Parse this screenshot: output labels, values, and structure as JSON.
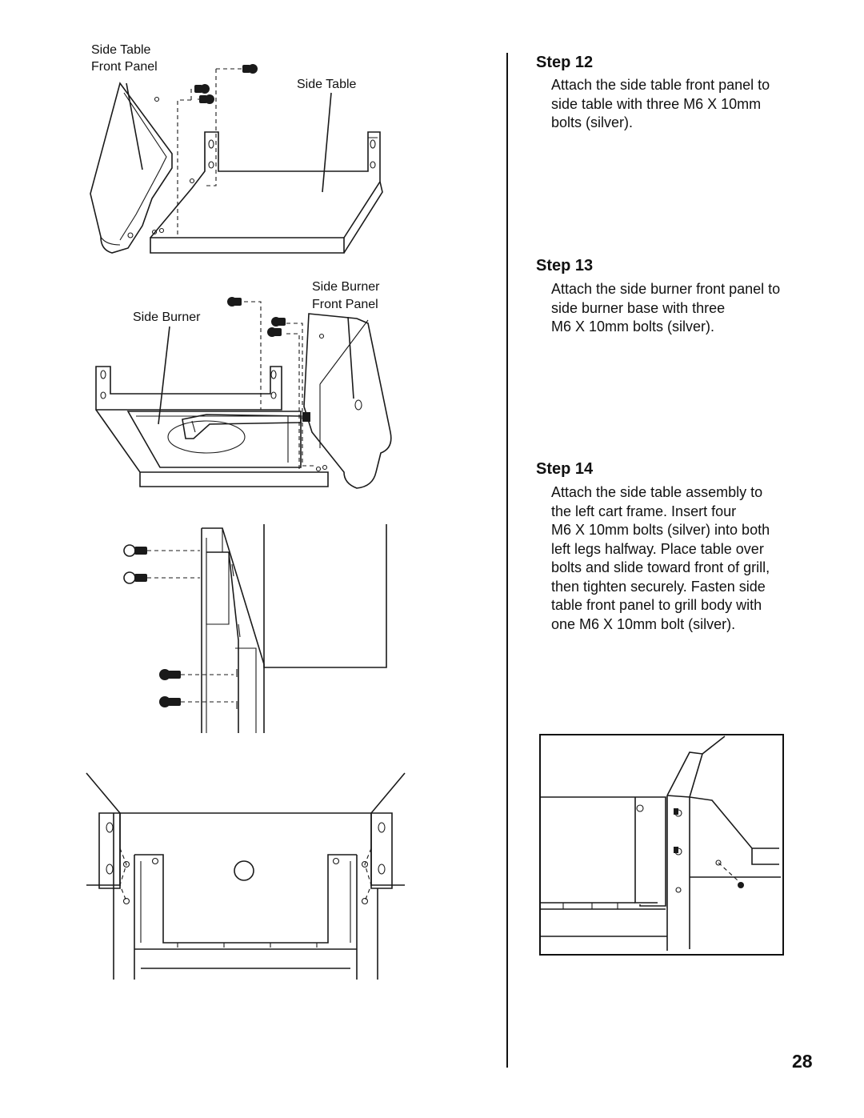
{
  "labels": {
    "side_table_front_panel_1": "Side Table",
    "side_table_front_panel_2": "Front Panel",
    "side_table": "Side Table",
    "side_burner_front_panel_1": "Side Burner",
    "side_burner_front_panel_2": "Front Panel",
    "side_burner": "Side Burner"
  },
  "steps": [
    {
      "title": "Step 12",
      "lines": [
        "Attach the side table front panel to",
        "side table with three M6 X 10mm",
        "bolts (silver)."
      ]
    },
    {
      "title": "Step 13",
      "lines": [
        "Attach the side burner front panel to",
        "side burner base with three",
        "M6 X 10mm bolts (silver)."
      ]
    },
    {
      "title": "Step 14",
      "lines": [
        "Attach the side table assembly to",
        "the left cart frame. Insert four",
        "M6 X 10mm bolts (silver) into both",
        "left legs halfway. Place table over",
        "bolts and slide toward front of grill,",
        "then tighten securely. Fasten side",
        "table front panel to grill body with",
        "one M6 X 10mm bolt (silver)."
      ]
    }
  ],
  "page_number": "28"
}
